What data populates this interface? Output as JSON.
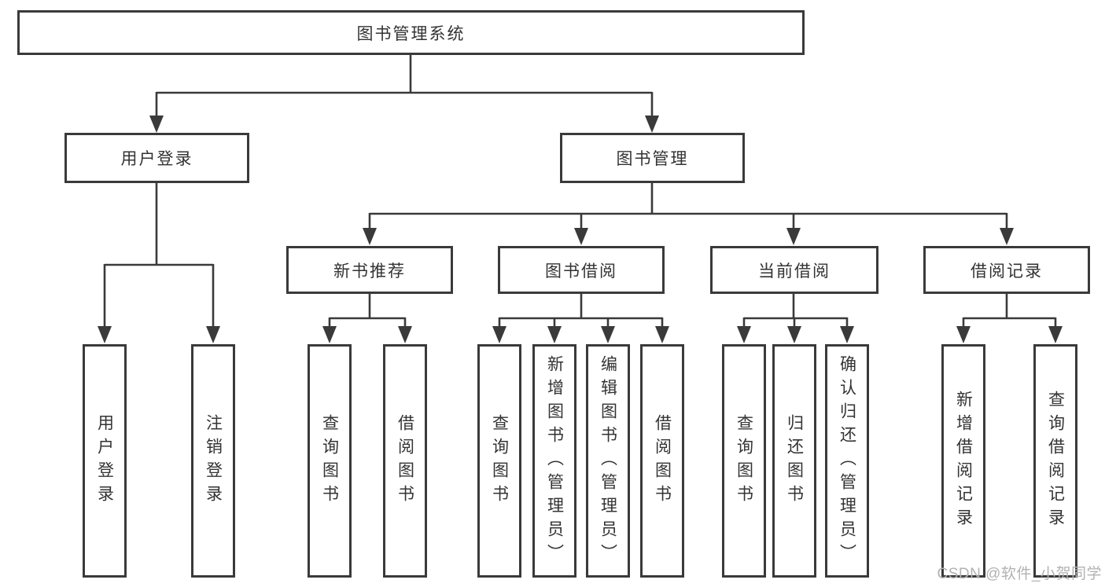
{
  "tree": {
    "root": "图书管理系统",
    "branches": [
      {
        "label": "用户登录",
        "children": [
          "用户登录",
          "注销登录"
        ]
      },
      {
        "label": "图书管理",
        "groups": [
          {
            "label": "新书推荐",
            "children": [
              "查询图书",
              "借阅图书"
            ]
          },
          {
            "label": "图书借阅",
            "children": [
              "查询图书",
              "新增图书（管理员）",
              "编辑图书（管理员）",
              "借阅图书"
            ]
          },
          {
            "label": "当前借阅",
            "children": [
              "查询图书",
              "归还图书",
              "确认归还（管理员）"
            ]
          },
          {
            "label": "借阅记录",
            "children": [
              "新增借阅记录",
              "查询借阅记录"
            ]
          }
        ]
      }
    ]
  },
  "watermark": "CSDN @软件_小贺同学",
  "colors": {
    "line": "#3a3a3a",
    "text": "#333333",
    "background": "#ffffff",
    "watermark": "#b2b2b2"
  }
}
